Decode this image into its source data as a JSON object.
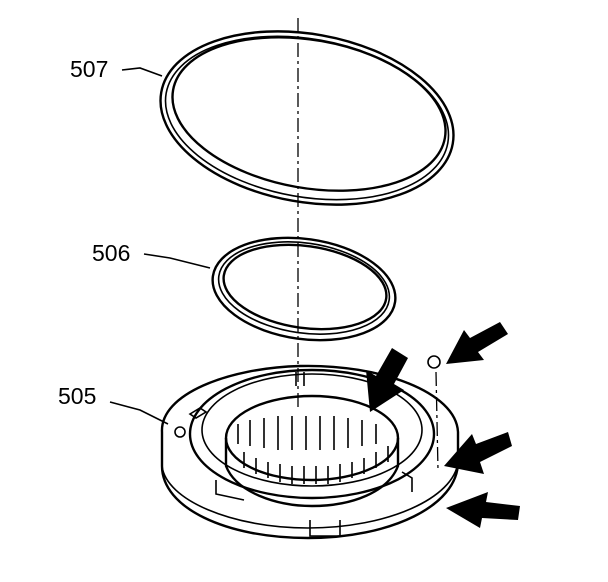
{
  "callouts": [
    {
      "id": "507",
      "label": "507"
    },
    {
      "id": "506",
      "label": "506"
    },
    {
      "id": "505",
      "label": "505"
    }
  ],
  "colors": {
    "ink": "#000000",
    "paper": "#ffffff"
  },
  "icons": [
    "arrow-icon"
  ]
}
